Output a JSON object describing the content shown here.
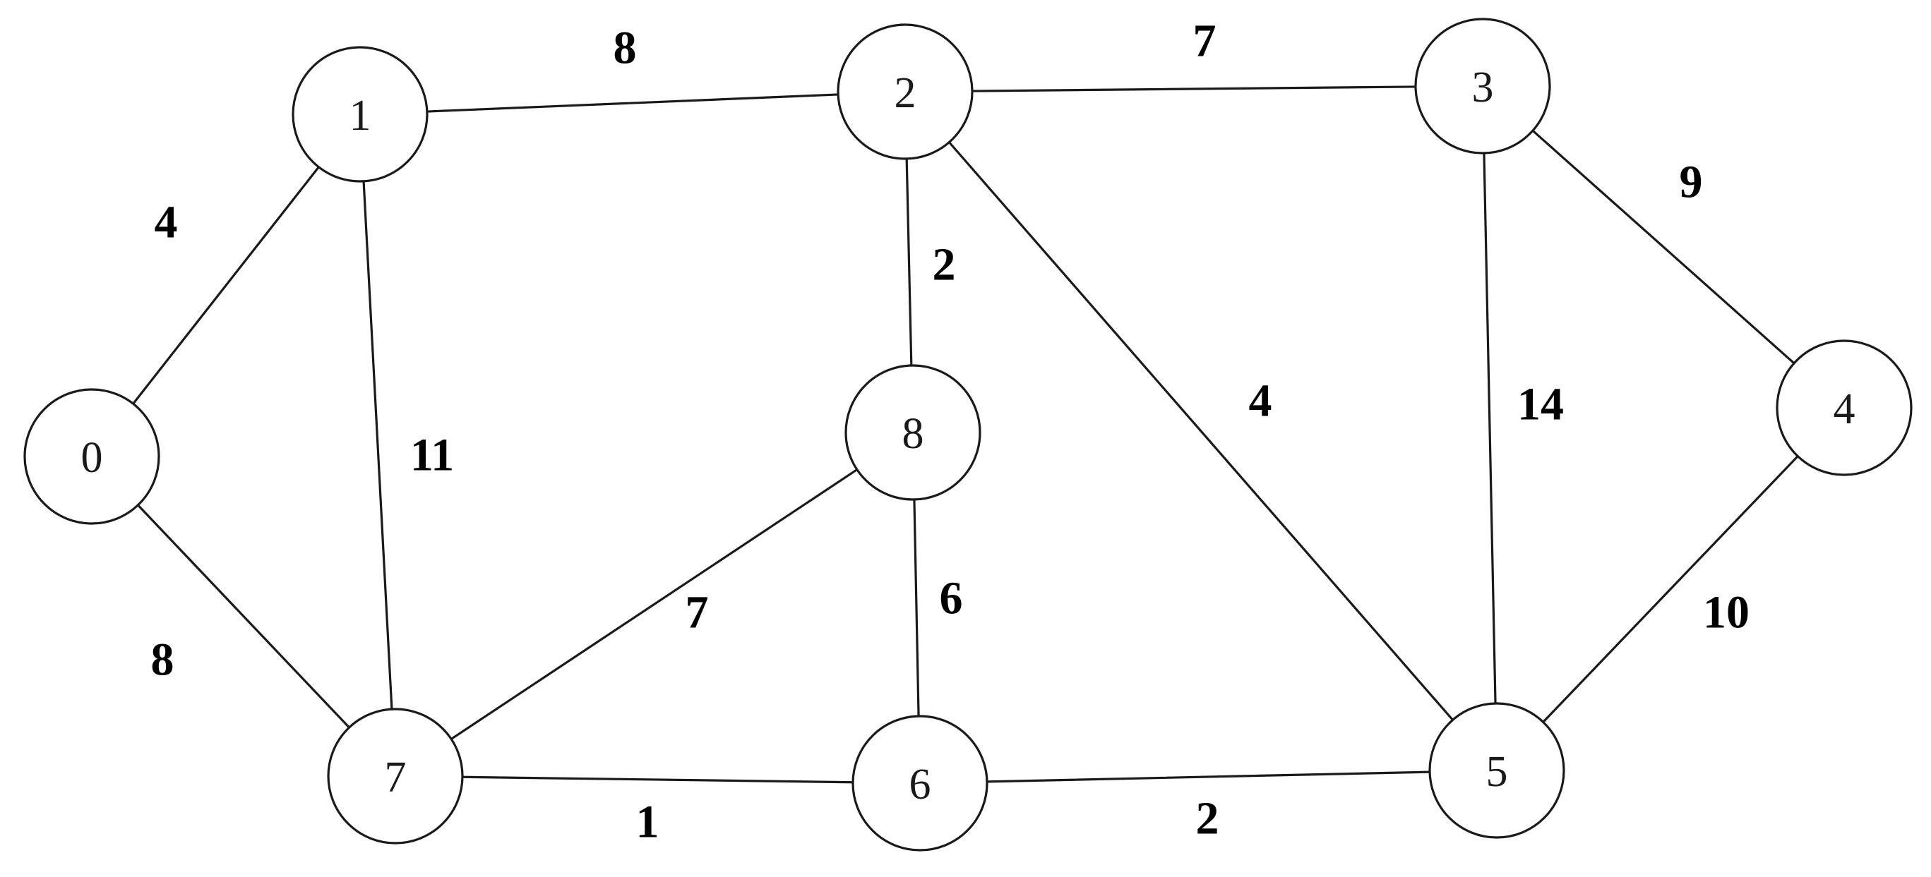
{
  "nodes": [
    {
      "id": "0",
      "label": "0"
    },
    {
      "id": "1",
      "label": "1"
    },
    {
      "id": "2",
      "label": "2"
    },
    {
      "id": "3",
      "label": "3"
    },
    {
      "id": "4",
      "label": "4"
    },
    {
      "id": "5",
      "label": "5"
    },
    {
      "id": "6",
      "label": "6"
    },
    {
      "id": "7",
      "label": "7"
    },
    {
      "id": "8",
      "label": "8"
    }
  ],
  "edges": [
    {
      "from": "0",
      "to": "1",
      "weight": "4"
    },
    {
      "from": "0",
      "to": "7",
      "weight": "8"
    },
    {
      "from": "1",
      "to": "2",
      "weight": "8"
    },
    {
      "from": "1",
      "to": "7",
      "weight": "11"
    },
    {
      "from": "2",
      "to": "3",
      "weight": "7"
    },
    {
      "from": "2",
      "to": "8",
      "weight": "2"
    },
    {
      "from": "2",
      "to": "5",
      "weight": "4"
    },
    {
      "from": "3",
      "to": "4",
      "weight": "9"
    },
    {
      "from": "3",
      "to": "5",
      "weight": "14"
    },
    {
      "from": "4",
      "to": "5",
      "weight": "10"
    },
    {
      "from": "5",
      "to": "6",
      "weight": "2"
    },
    {
      "from": "6",
      "to": "7",
      "weight": "1"
    },
    {
      "from": "6",
      "to": "8",
      "weight": "6"
    },
    {
      "from": "7",
      "to": "8",
      "weight": "7"
    }
  ],
  "colors": {
    "stroke": "#1a1a1a",
    "node_fill": "#ffffff",
    "text": "#000000",
    "background": "#ffffff"
  }
}
